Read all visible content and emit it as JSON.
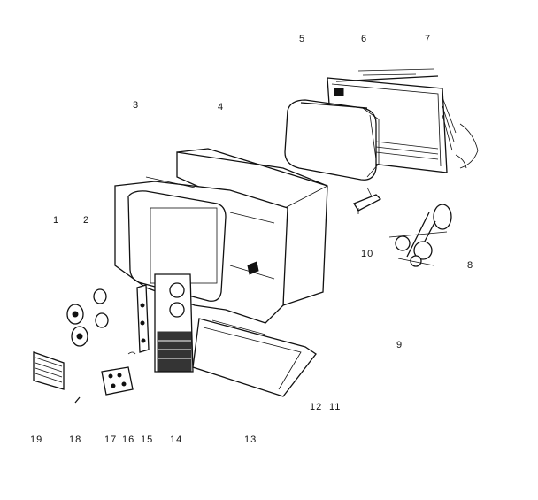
{
  "diagram": {
    "labels": [
      "5",
      "6",
      "7",
      "3",
      "4",
      "1",
      "2",
      "10",
      "8",
      "9",
      "12",
      "11",
      "19",
      "18",
      "17",
      "16",
      "15",
      "14",
      "13"
    ]
  },
  "colors": {
    "ink": "#111111",
    "paper": "#ffffff"
  }
}
